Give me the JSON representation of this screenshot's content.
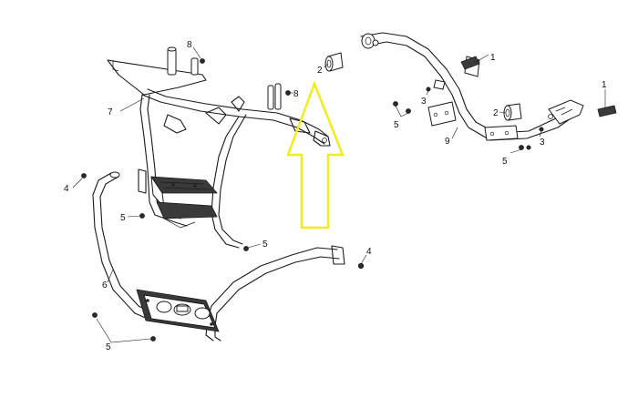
{
  "callouts": {
    "c1a": "1",
    "c1b": "1",
    "c2a": "2",
    "c2b": "2",
    "c3a": "3",
    "c3b": "3",
    "c4a": "4",
    "c4b": "4",
    "c5a": "5",
    "c5b": "5",
    "c5c": "5",
    "c5d": "5",
    "c5e": "5",
    "c6": "6",
    "c7": "7",
    "c8a": "8",
    "c8b": "8",
    "c9": "9"
  },
  "colors": {
    "line": "#1a1a1a",
    "highlight_arrow": "#f2ec1c"
  }
}
